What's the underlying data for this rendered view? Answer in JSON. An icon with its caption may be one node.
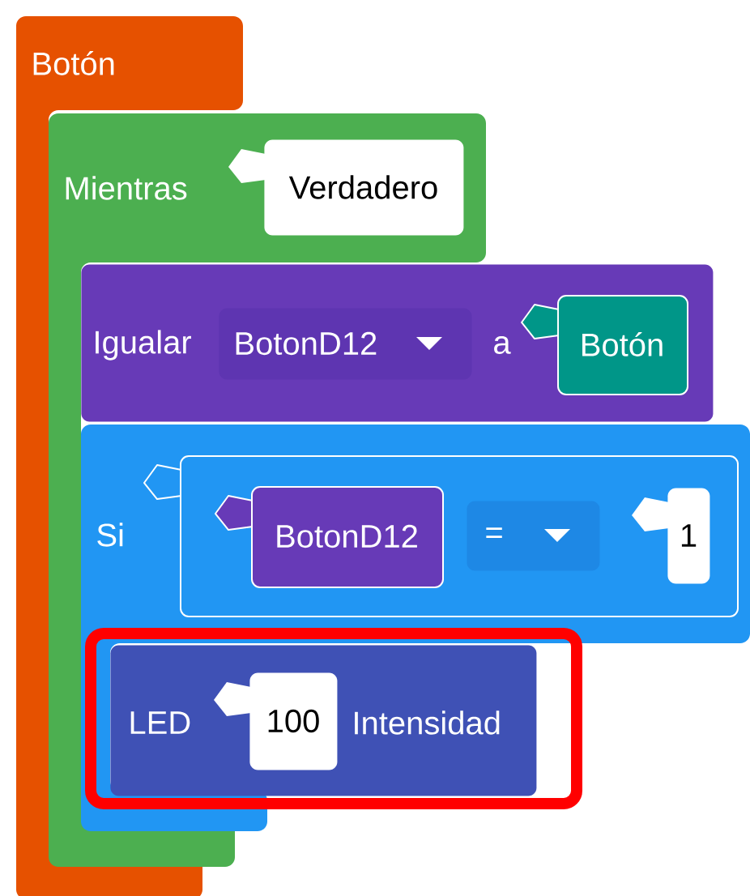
{
  "diagram": {
    "nodes": [
      {
        "text": [
          "Botón"
        ]
      },
      {
        "text": [
          "Mientras"
        ]
      },
      {
        "text": [
          "Verdadero"
        ],
        "in": 1
      },
      {
        "text": [
          "Igualar",
          "a"
        ]
      },
      {
        "text": [
          "BotonD12"
        ],
        "in": 3
      },
      {
        "text": [
          "Botón"
        ],
        "in": 3
      },
      {
        "text": [
          "Si"
        ]
      },
      {
        "text": [],
        "shape": "box",
        "in": 6
      },
      {
        "text": [
          "BotonD12"
        ],
        "in": 7
      },
      {
        "text": [
          "="
        ],
        "in": 7
      },
      {
        "text": [
          "1"
        ],
        "in": 7
      },
      {
        "text": [
          "LED",
          "Intensidad"
        ],
        "in": 6
      },
      {
        "text": [
          "100"
        ],
        "in": 11
      }
    ],
    "edges": []
  }
}
